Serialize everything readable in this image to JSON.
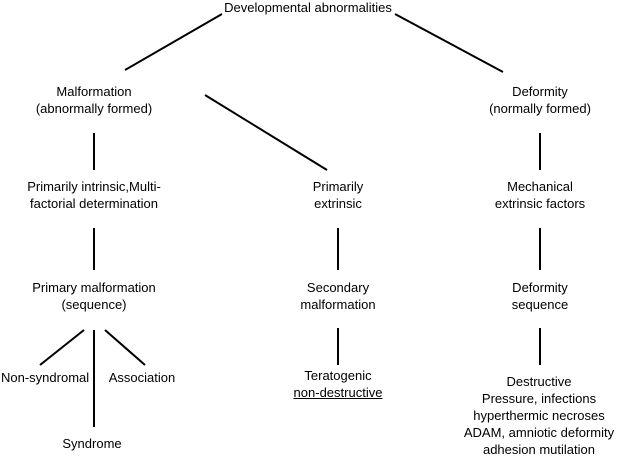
{
  "nodes": {
    "root": [
      "Developmental abnormalities"
    ],
    "malformation": [
      "Malformation",
      "(abnormally formed)"
    ],
    "deformity": [
      "Deformity",
      "(normally formed)"
    ],
    "intrinsic": [
      "Primarily intrinsic,Multi-",
      "factorial determination"
    ],
    "extrinsic": [
      "Primarily",
      "extrinsic"
    ],
    "mechanical": [
      "Mechanical",
      "extrinsic factors"
    ],
    "primary_malformation": [
      "Primary malformation",
      "(sequence)"
    ],
    "secondary_malformation": [
      "Secondary",
      "malformation"
    ],
    "deformity_sequence": [
      "Deformity",
      "sequence"
    ],
    "non_syndromal": [
      "Non-syndromal"
    ],
    "association": [
      "Association"
    ],
    "syndrome": [
      "Syndrome"
    ],
    "teratogenic": [
      "Teratogenic",
      "non-destructive"
    ],
    "destructive": [
      "Destructive",
      "Pressure, infections",
      "hyperthermic necroses",
      "ADAM, amniotic deformity",
      "adhesion mutilation"
    ]
  }
}
